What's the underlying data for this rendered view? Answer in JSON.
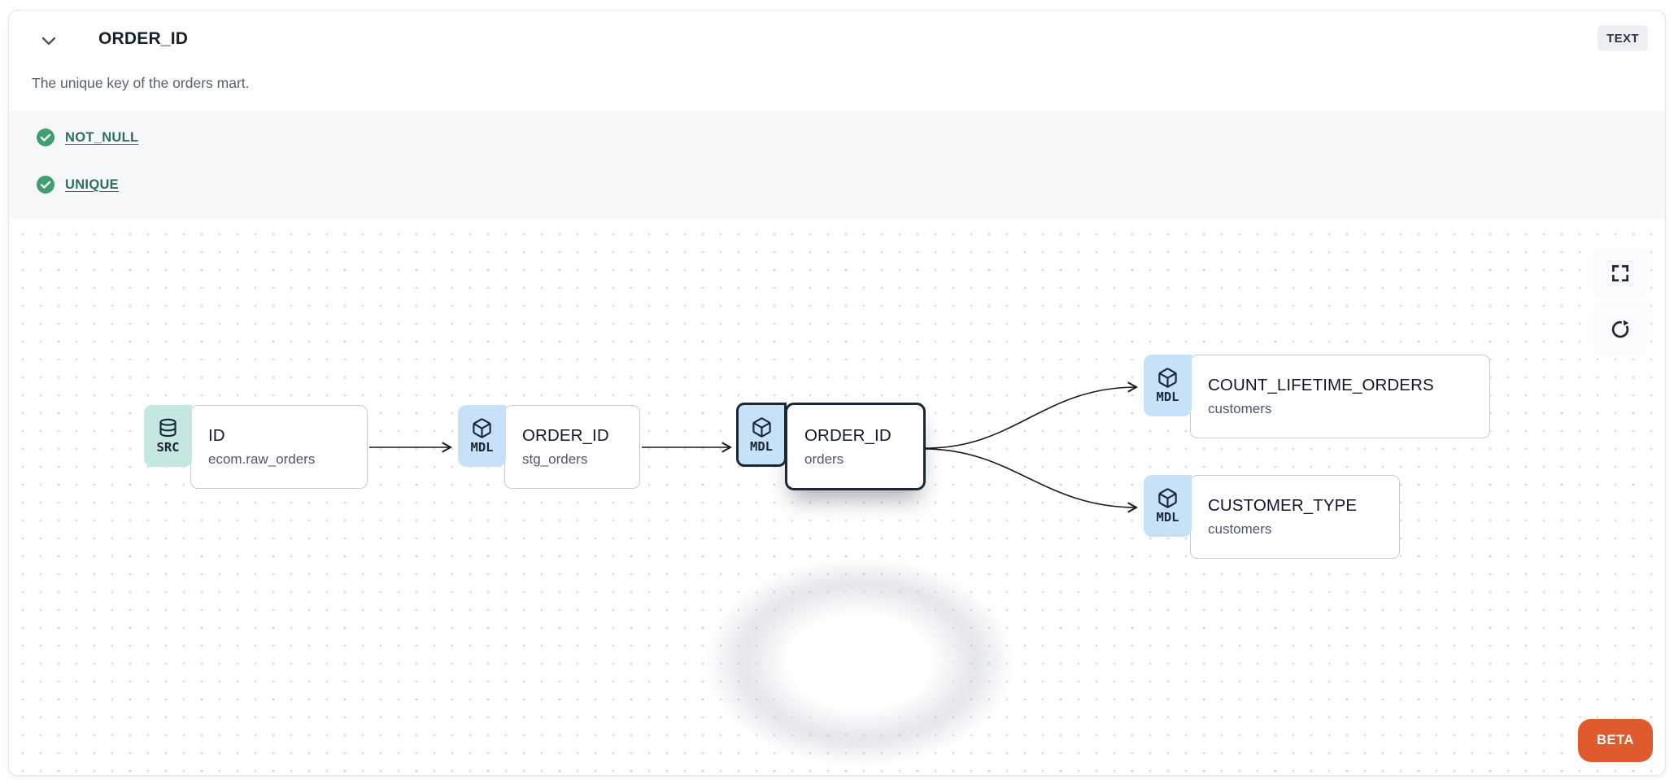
{
  "header": {
    "title": "ORDER_ID",
    "type_badge": "TEXT",
    "description": "The unique key of the orders mart."
  },
  "tests": {
    "items": [
      {
        "label": "NOT_NULL",
        "status": "pass"
      },
      {
        "label": "UNIQUE",
        "status": "pass"
      }
    ]
  },
  "lineage": {
    "nodes": [
      {
        "badge": "SRC",
        "title": "ID",
        "subtitle": "ecom.raw_orders",
        "kind": "source",
        "selected": false
      },
      {
        "badge": "MDL",
        "title": "ORDER_ID",
        "subtitle": "stg_orders",
        "kind": "model",
        "selected": false
      },
      {
        "badge": "MDL",
        "title": "ORDER_ID",
        "subtitle": "orders",
        "kind": "model",
        "selected": true
      },
      {
        "badge": "MDL",
        "title": "COUNT_LIFETIME_ORDERS",
        "subtitle": "customers",
        "kind": "model",
        "selected": false
      },
      {
        "badge": "MDL",
        "title": "CUSTOMER_TYPE",
        "subtitle": "customers",
        "kind": "model",
        "selected": false
      }
    ],
    "edges": [
      {
        "from": "ecom.raw_orders.ID",
        "to": "stg_orders.ORDER_ID"
      },
      {
        "from": "stg_orders.ORDER_ID",
        "to": "orders.ORDER_ID"
      },
      {
        "from": "orders.ORDER_ID",
        "to": "customers.COUNT_LIFETIME_ORDERS"
      },
      {
        "from": "orders.ORDER_ID",
        "to": "customers.CUSTOMER_TYPE"
      }
    ],
    "beta_label": "BETA"
  },
  "icons": {
    "chevron": "chevron-down",
    "source": "database",
    "model": "cube",
    "test_pass": "check-circle",
    "controls": [
      "fullscreen",
      "refresh"
    ]
  },
  "colors": {
    "source_badge_bg": "#c4e7e2",
    "model_badge_bg": "#c7e2f8",
    "selected_border": "#1c2736",
    "test_link": "#2b6e62",
    "check_green": "#3fa06e",
    "beta_bg": "#df5a2c",
    "type_badge_bg": "#edeff3"
  }
}
